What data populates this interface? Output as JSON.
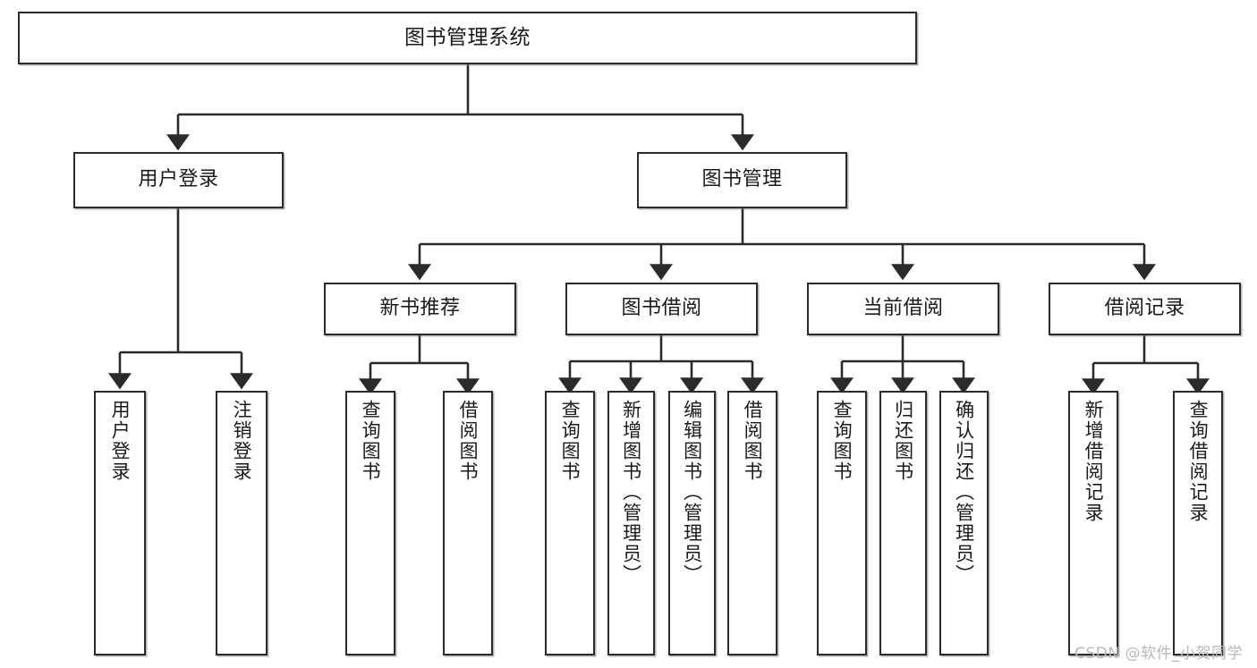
{
  "diagram": {
    "title": "图书管理系统",
    "type": "tree",
    "colors": {
      "box_border": "#2b2b2b",
      "box_fill": "#ffffff",
      "line": "#2b2b2b",
      "text": "#1b1b1b",
      "watermark": "#b9b9b9"
    },
    "root": {
      "label": "图书管理系统"
    },
    "level2": [
      {
        "label": "用户登录"
      },
      {
        "label": "图书管理"
      }
    ],
    "level3": [
      {
        "label": "新书推荐"
      },
      {
        "label": "图书借阅"
      },
      {
        "label": "当前借阅"
      },
      {
        "label": "借阅记录"
      }
    ],
    "leaves": {
      "user_login": [
        {
          "label": "用户登录"
        },
        {
          "label": "注销登录"
        }
      ],
      "new_book": [
        {
          "label": "查询图书"
        },
        {
          "label": "借阅图书"
        }
      ],
      "borrow": [
        {
          "label": "查询图书"
        },
        {
          "label": "新增图书（管理员）"
        },
        {
          "label": "编辑图书（管理员）"
        },
        {
          "label": "借阅图书"
        }
      ],
      "current": [
        {
          "label": "查询图书"
        },
        {
          "label": "归还图书"
        },
        {
          "label": "确认归还（管理员）"
        }
      ],
      "records": [
        {
          "label": "新增借阅记录"
        },
        {
          "label": "查询借阅记录"
        }
      ]
    }
  },
  "watermark": {
    "text": "CSDN @软件_小贺同学"
  }
}
